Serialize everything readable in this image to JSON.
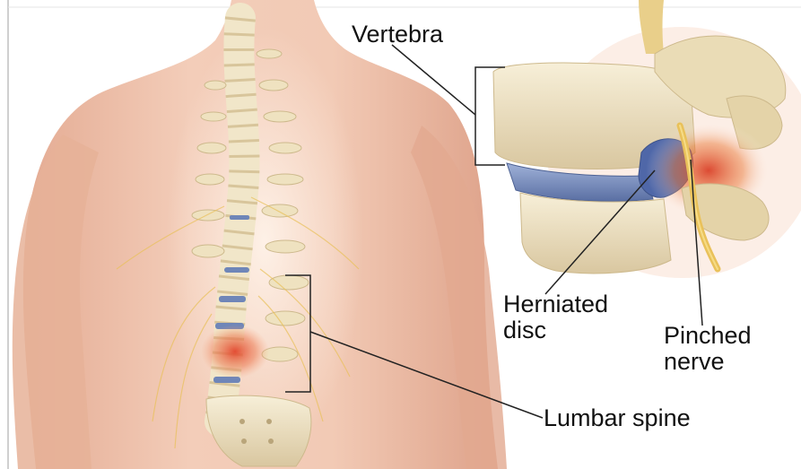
{
  "labels": {
    "vertebra": "Vertebra",
    "herniated_disc": "Herniated\ndisc",
    "pinched_nerve": "Pinched\nnerve",
    "lumbar_spine": "Lumbar spine"
  },
  "colors": {
    "skin": "#eec3ad",
    "bone": "#efe3c4",
    "disc": "#6f86b8",
    "inflammation": "#e2452c",
    "nerve": "#e9c15a",
    "leader_line": "#222222"
  }
}
